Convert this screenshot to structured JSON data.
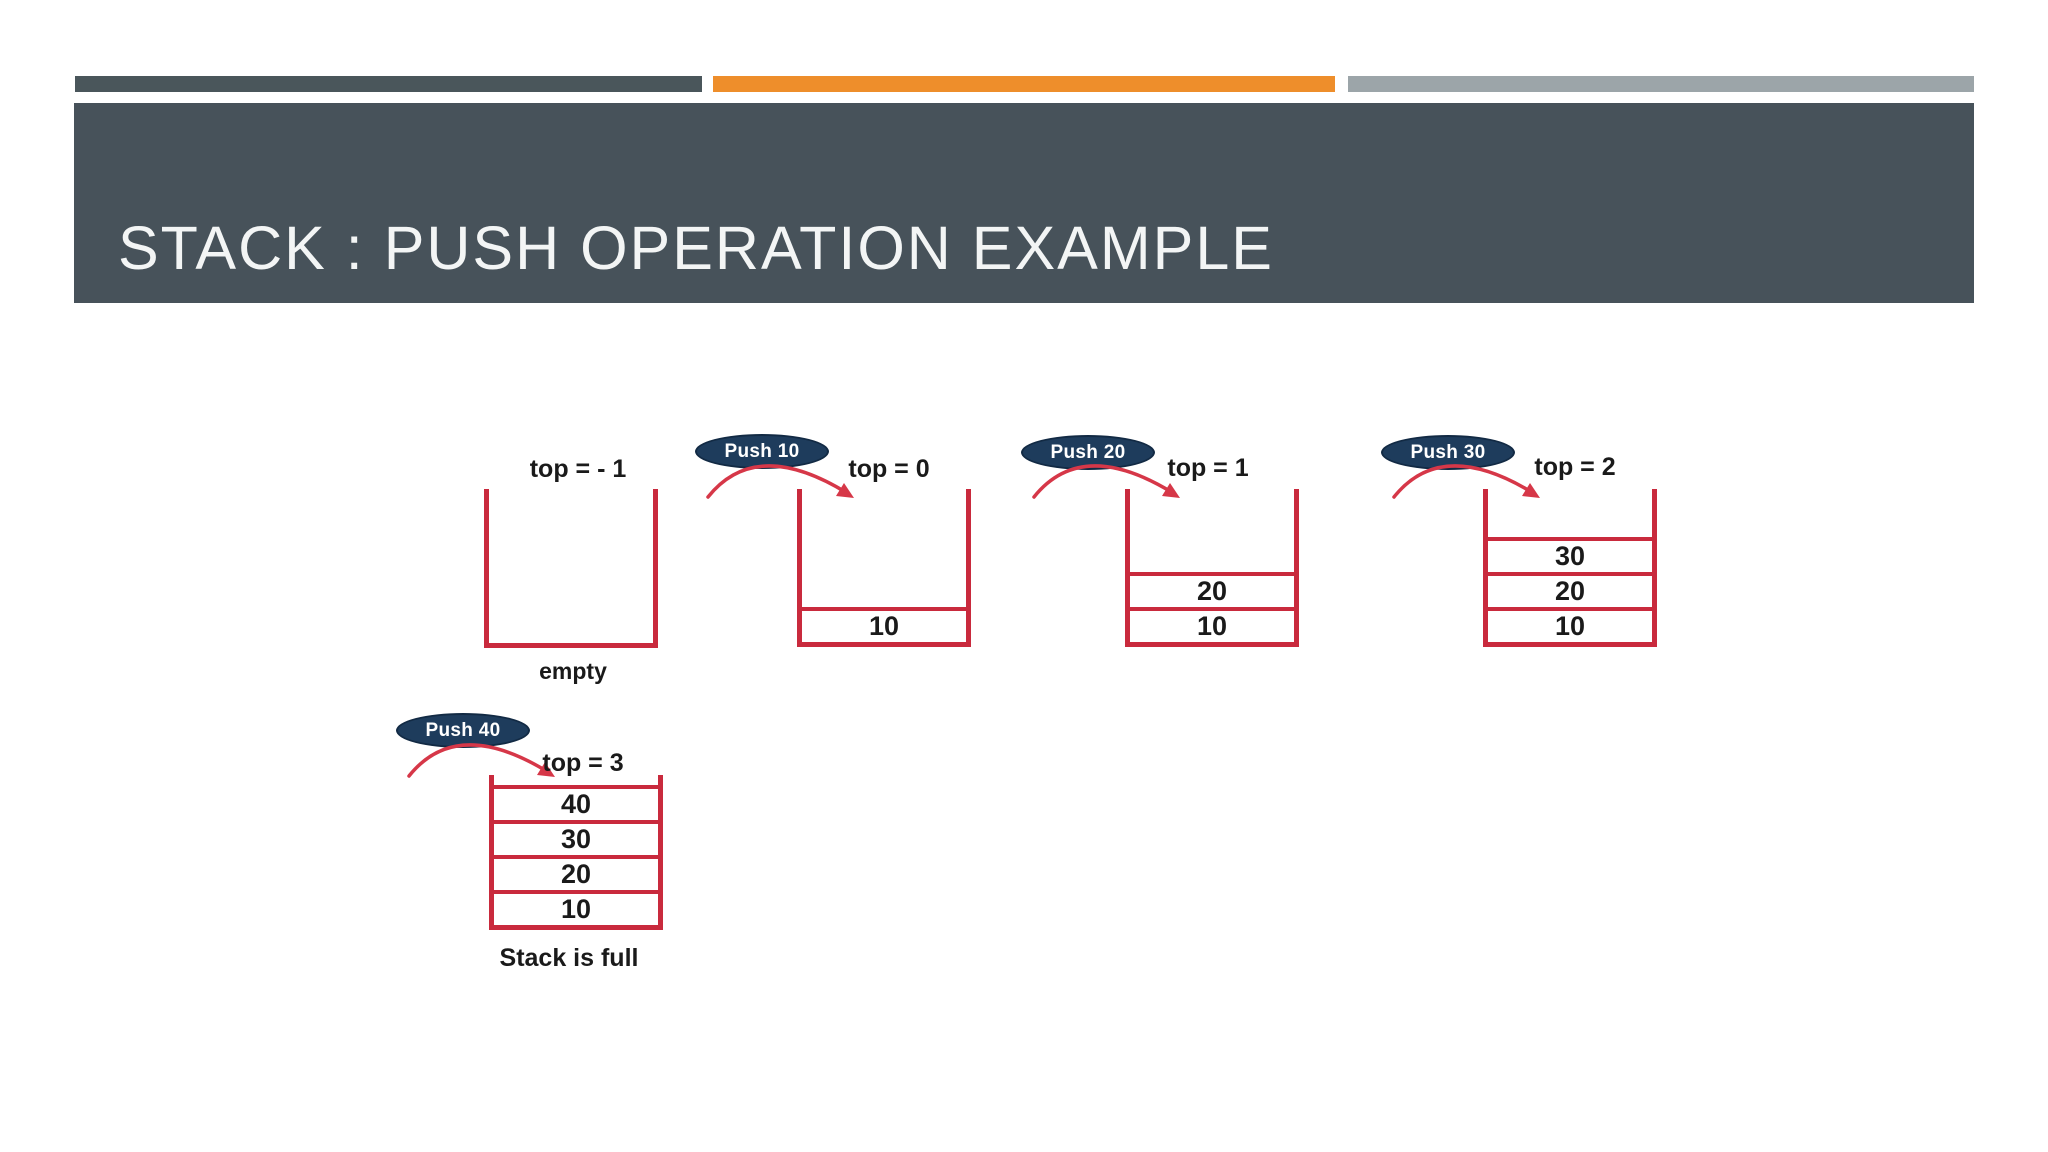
{
  "slide": {
    "title": "STACK : PUSH OPERATION EXAMPLE"
  },
  "colors": {
    "banner_bg": "#47525a",
    "accent_bar_dark": "#4a565b",
    "accent_bar_orange": "#ee8e2b",
    "accent_bar_gray": "#9ca5a9",
    "stack_outline_red": "#c92a3d",
    "push_badge_navy": "#1e3c5c",
    "arrow_red": "#d63748",
    "diagram_text": "#1a1a1a",
    "title_text": "#f3f5f5"
  },
  "figures": [
    {
      "top_label": "top = - 1",
      "caption": "empty",
      "cells": []
    },
    {
      "badge": "Push 10",
      "top_label": "top = 0",
      "cells": [
        "10"
      ]
    },
    {
      "badge": "Push 20",
      "top_label": "top = 1",
      "cells": [
        "20",
        "10"
      ]
    },
    {
      "badge": "Push 30",
      "top_label": "top = 2",
      "cells": [
        "30",
        "20",
        "10"
      ]
    },
    {
      "badge": "Push 40",
      "top_label": "top = 3",
      "caption": "Stack is full",
      "cells": [
        "40",
        "30",
        "20",
        "10"
      ]
    }
  ]
}
